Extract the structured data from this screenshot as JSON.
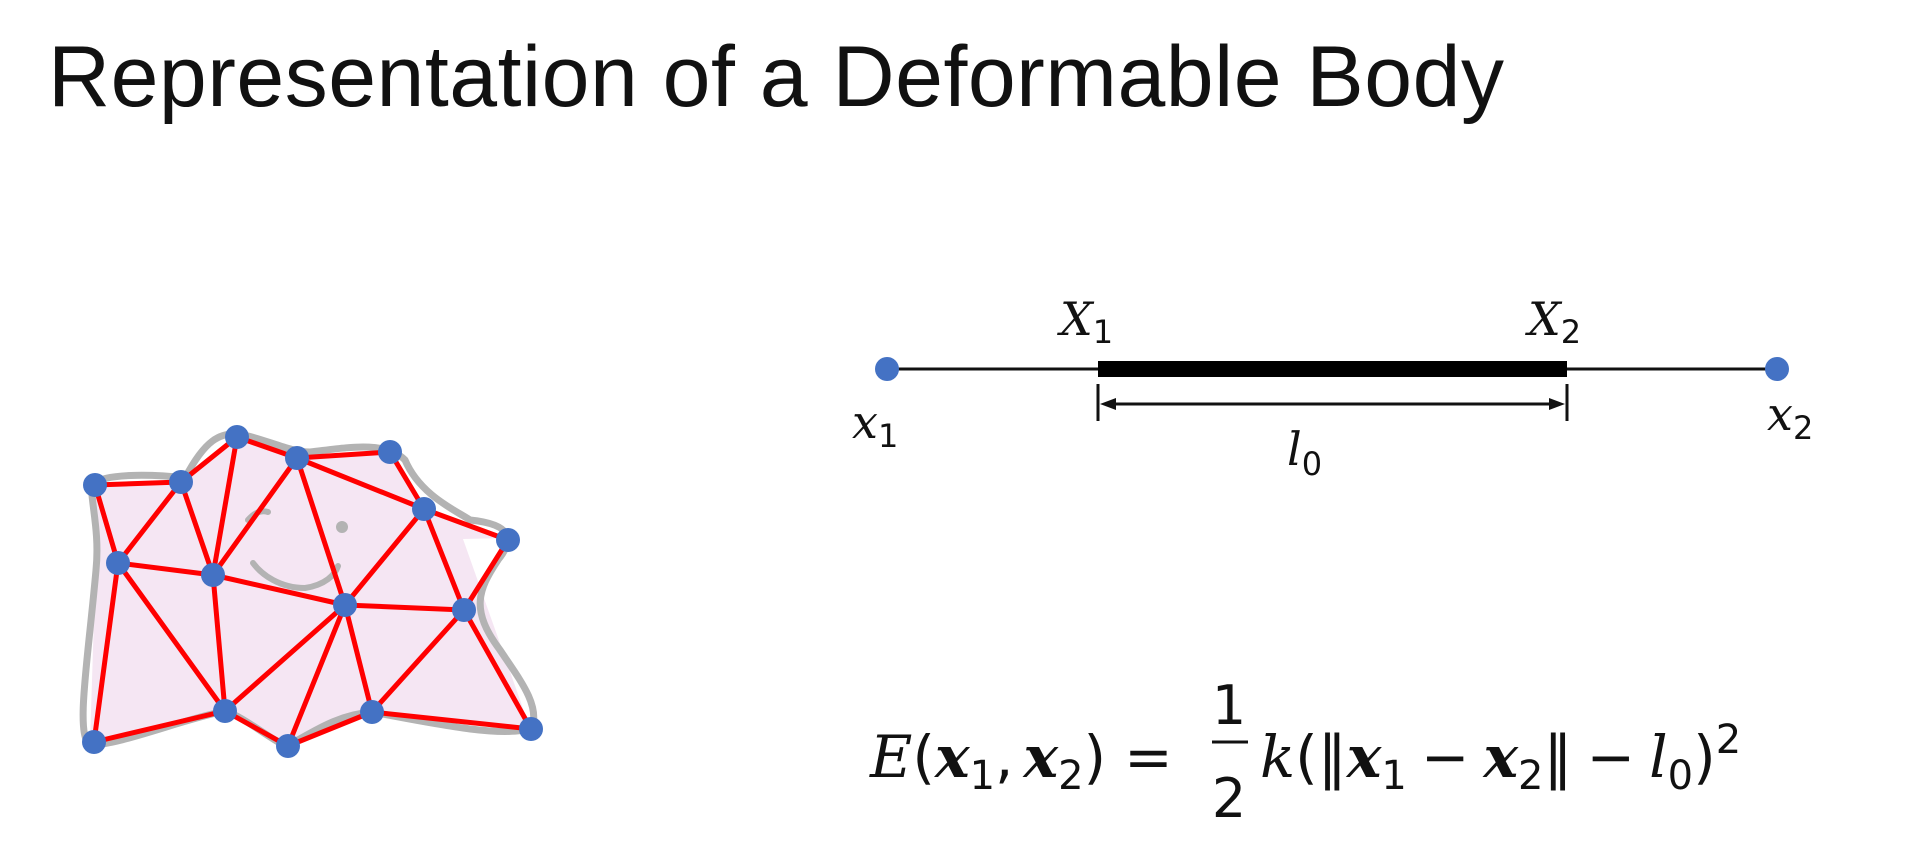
{
  "slide": {
    "title": "Representation of a Deformable Body"
  },
  "mesh": {
    "outline_color": "#b3b3b3",
    "fill_color": "#f5e6f3",
    "edge_color": "#ff0000",
    "vertex_color": "#4472c4"
  },
  "spring": {
    "rest_label": "X",
    "rest_sub_1": "1",
    "rest_sub_2": "2",
    "current_label": "x",
    "current_sub_1": "1",
    "current_sub_2": "2",
    "length_label": "l",
    "length_sub": "0",
    "endpoint_color": "#4472c4"
  },
  "equation": {
    "energy": "E",
    "open_paren": "(",
    "x": "x",
    "sub_1": "1",
    "comma": ",",
    "sub_2": "2",
    "close_paren": ")",
    "equals": "=",
    "numerator": "1",
    "denominator": "2",
    "k": "k",
    "norm_open": "(‖",
    "minus": "−",
    "norm_close": "‖",
    "l": "l",
    "l_sub": "0",
    "power_close": ")",
    "exponent": "2"
  }
}
